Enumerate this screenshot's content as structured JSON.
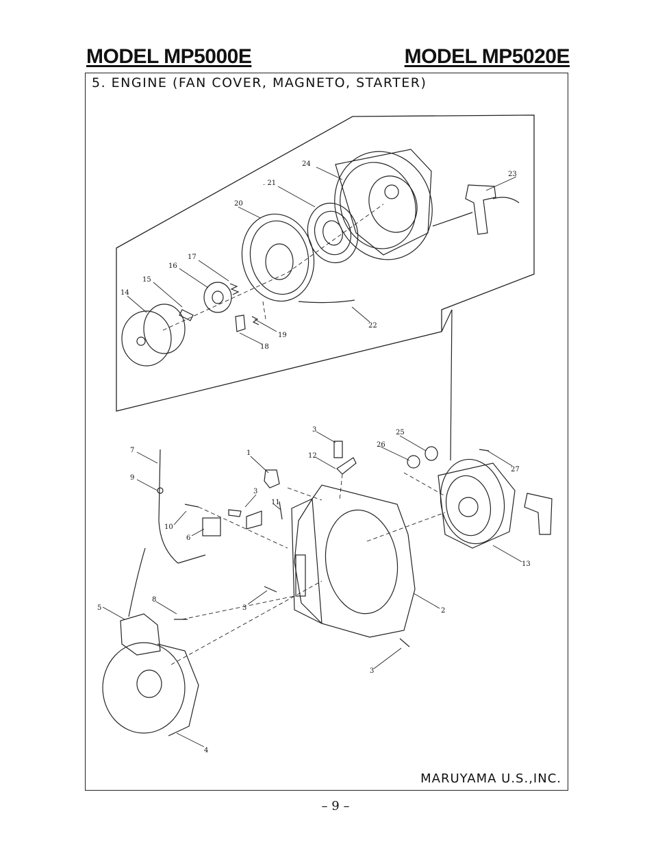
{
  "header": {
    "model_left": "MODEL MP5000E",
    "model_right": "MODEL MP5020E",
    "section_title": "5. ENGINE (FAN COVER, MAGNETO, STARTER)"
  },
  "footer": {
    "company": "MARUYAMA U.S.,INC.",
    "page_number": "– 9 –"
  },
  "callouts": {
    "p1": "1",
    "p2": "2",
    "p3a": "3",
    "p3b": "3",
    "p3c": "3",
    "p3d": "3",
    "p4": "4",
    "p5": "5",
    "p6": "6",
    "p7": "7",
    "p8": "8",
    "p9": "9",
    "p10": "10",
    "p11": "11",
    "p12": "12",
    "p13": "13",
    "p14": "14",
    "p15": "15",
    "p16": "16",
    "p17": "17",
    "p18": "18",
    "p19": "19",
    "p20": "20",
    "p21": ". 21",
    "p22": "22",
    "p23": "23",
    "p24": "24",
    "p25": "25",
    "p26": "26",
    "p27": "27"
  }
}
